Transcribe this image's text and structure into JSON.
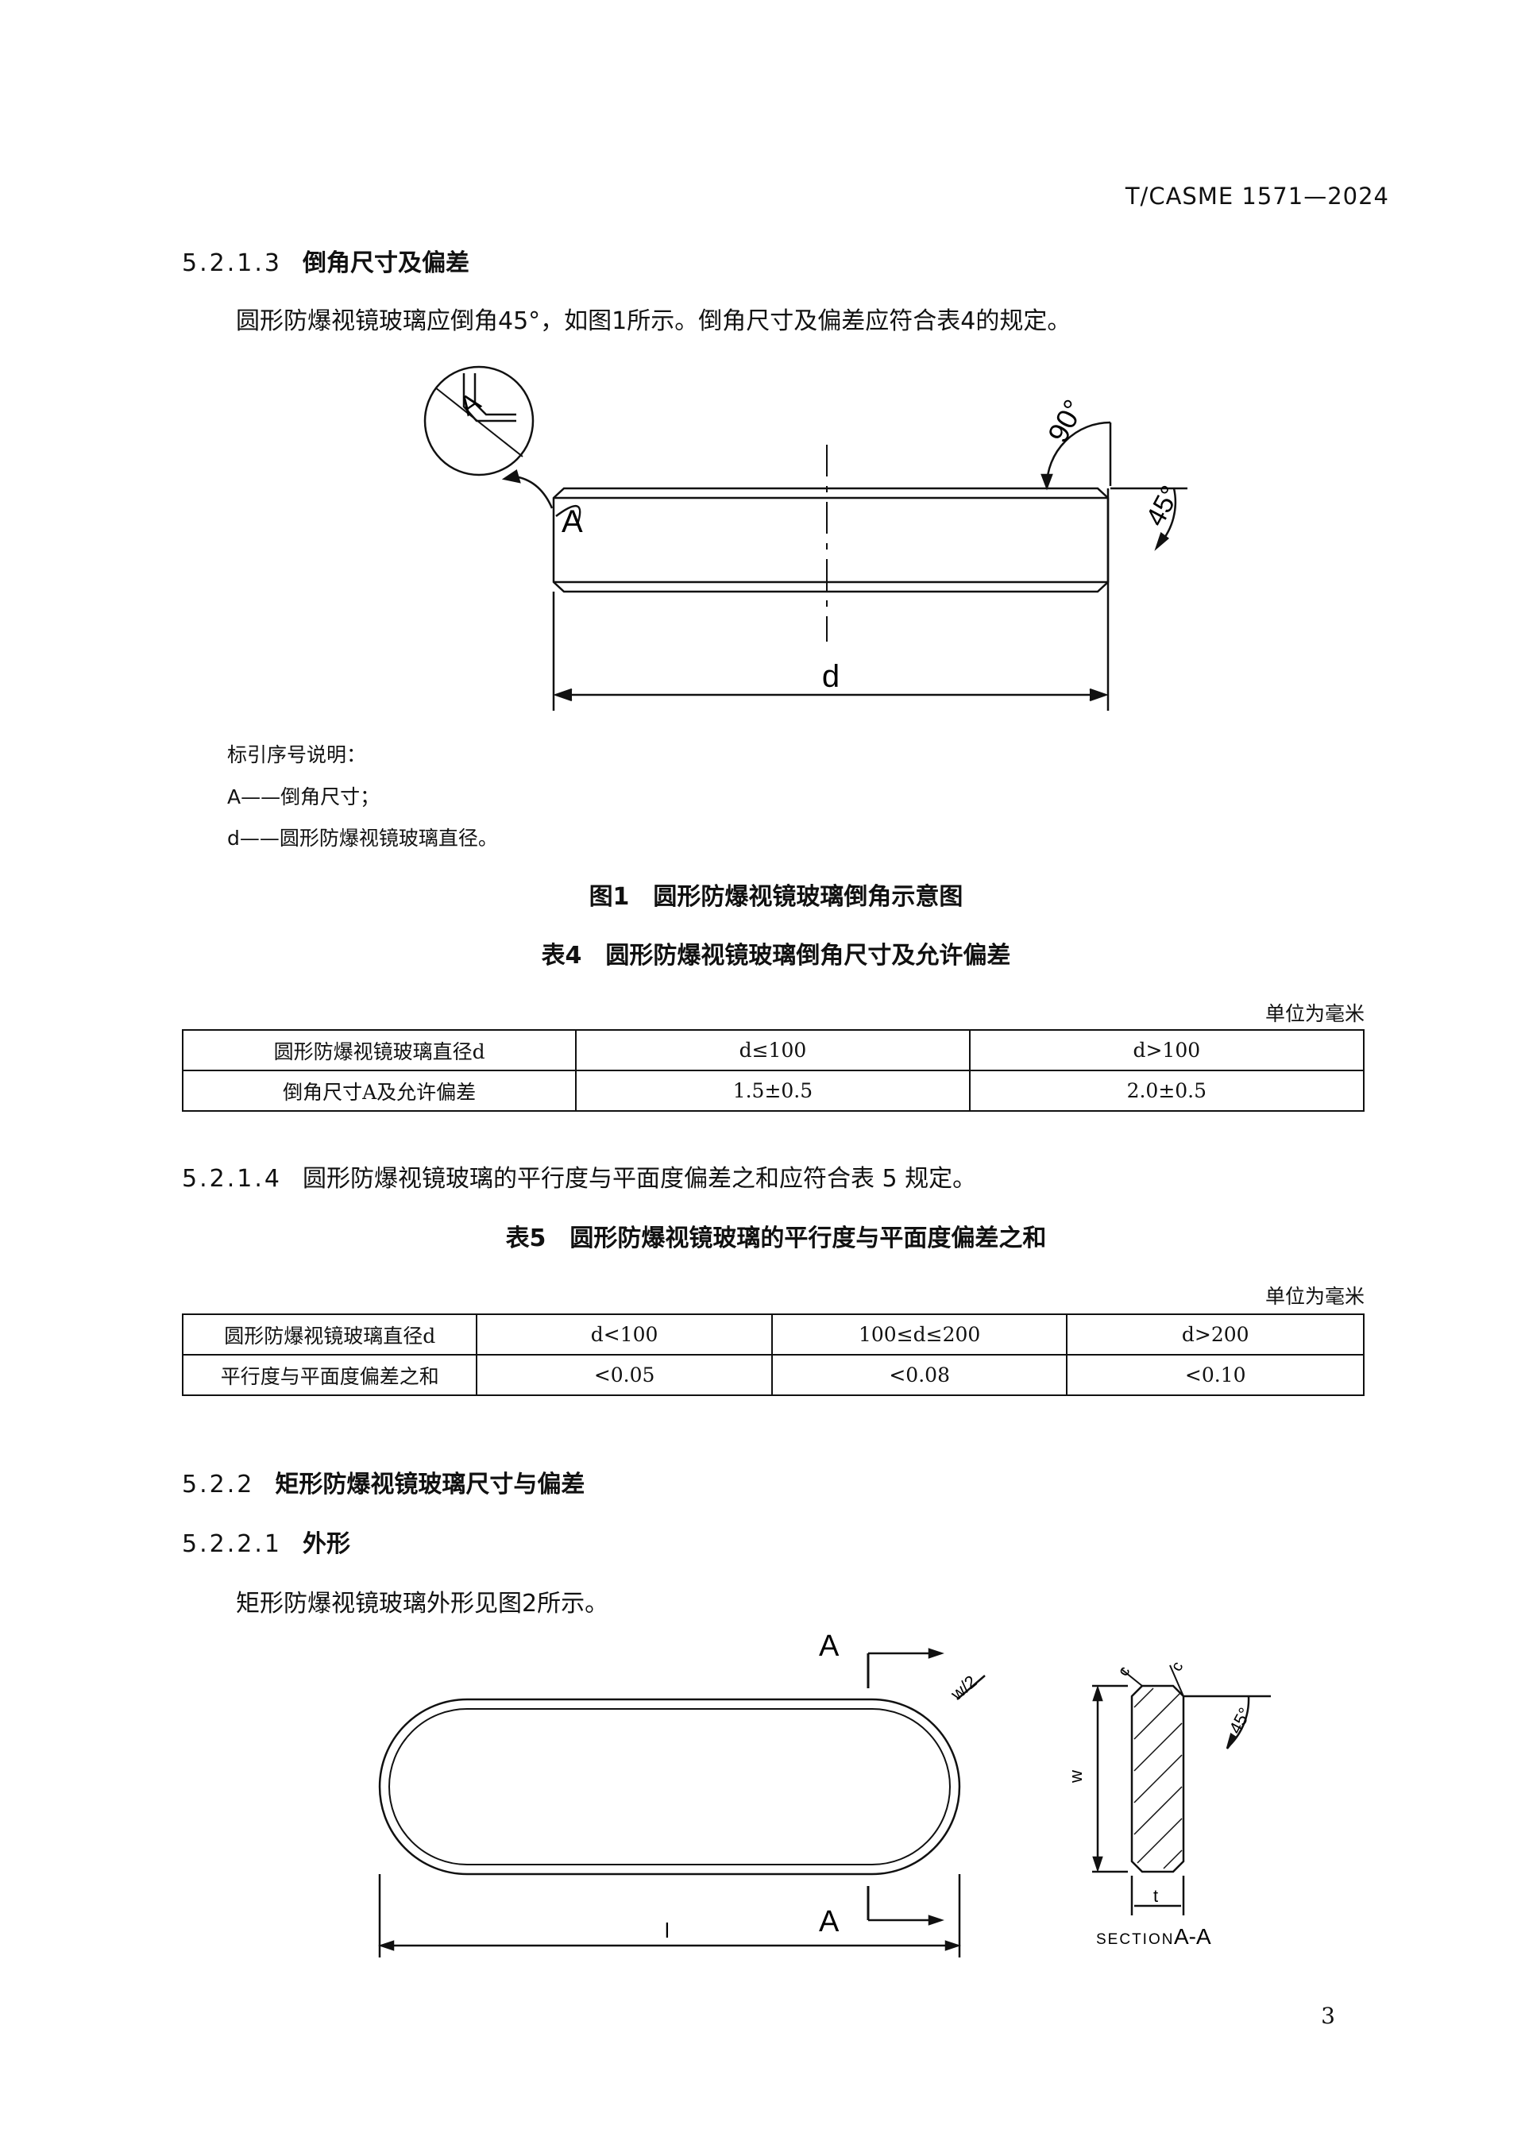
{
  "header": {
    "doc_code": "T/CASME 1571—2024"
  },
  "sec_5213": {
    "number": "5.2.1.3",
    "title": "倒角尺寸及偏差",
    "text": "圆形防爆视镜玻璃应倒角45°，如图1所示。倒角尺寸及偏差应符合表4的规定。"
  },
  "figure1": {
    "labels": {
      "A": "A",
      "d": "d",
      "angle90": "90°",
      "angle45": "45°"
    },
    "legend_title": "标引序号说明：",
    "legend": [
      "A——倒角尺寸；",
      "d——圆形防爆视镜玻璃直径。"
    ],
    "caption": "图1　圆形防爆视镜玻璃倒角示意图"
  },
  "table4": {
    "caption": "表4　圆形防爆视镜玻璃倒角尺寸及允许偏差",
    "unit": "单位为毫米",
    "rows": [
      [
        "圆形防爆视镜玻璃直径d",
        "d≤100",
        "d>100"
      ],
      [
        "倒角尺寸A及允许偏差",
        "1.5±0.5",
        "2.0±0.5"
      ]
    ]
  },
  "sec_5214": {
    "number": "5.2.1.4",
    "text": "圆形防爆视镜玻璃的平行度与平面度偏差之和应符合表 5 规定。"
  },
  "table5": {
    "caption": "表5　圆形防爆视镜玻璃的平行度与平面度偏差之和",
    "unit": "单位为毫米",
    "rows": [
      [
        "圆形防爆视镜玻璃直径d",
        "d<100",
        "100≤d≤200",
        "d>200"
      ],
      [
        "平行度与平面度偏差之和",
        "<0.05",
        "<0.08",
        "<0.10"
      ]
    ]
  },
  "sec_522": {
    "number": "5.2.2",
    "title": "矩形防爆视镜玻璃尺寸与偏差"
  },
  "sec_5221": {
    "number": "5.2.2.1",
    "title": "外形",
    "text": "矩形防爆视镜玻璃外形见图2所示。"
  },
  "figure2": {
    "labels": {
      "A_top": "A",
      "A_bottom": "A",
      "l": "l",
      "w_half": "w/2",
      "w": "w",
      "t": "t",
      "c1": "c",
      "c2": "c",
      "angle45": "45°",
      "section": "SECTION",
      "section_id": "A-A"
    }
  },
  "footer": {
    "page_number": "3"
  }
}
